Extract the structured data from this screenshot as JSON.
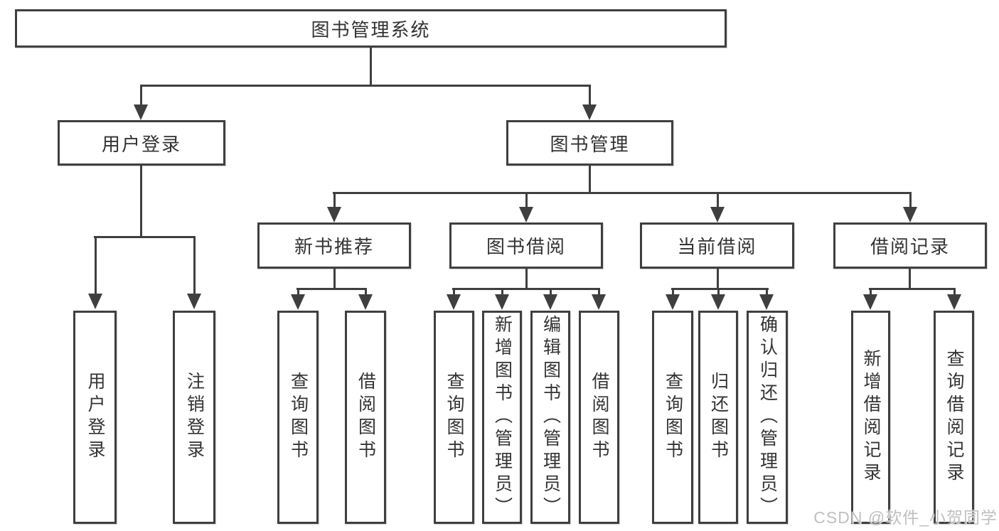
{
  "theme": {
    "line_color": "#3f3f3f",
    "text_color": "#333333",
    "watermark_color": "#bfbfbf",
    "background": "#ffffff"
  },
  "watermark": "CSDN @软件_小贺同学",
  "tree": {
    "label": "图书管理系统",
    "children": [
      {
        "label": "用户登录",
        "children": [
          {
            "label": "用户登录"
          },
          {
            "label": "注销登录"
          }
        ]
      },
      {
        "label": "图书管理",
        "children": [
          {
            "label": "新书推荐",
            "children": [
              {
                "label": "查询图书"
              },
              {
                "label": "借阅图书"
              }
            ]
          },
          {
            "label": "图书借阅",
            "children": [
              {
                "label": "查询图书"
              },
              {
                "label": "新增图书（管理员）"
              },
              {
                "label": "编辑图书（管理员）"
              },
              {
                "label": "借阅图书"
              }
            ]
          },
          {
            "label": "当前借阅",
            "children": [
              {
                "label": "查询图书"
              },
              {
                "label": "归还图书"
              },
              {
                "label": "确认归还（管理员）"
              }
            ]
          },
          {
            "label": "借阅记录",
            "children": [
              {
                "label": "新增借阅记录"
              },
              {
                "label": "查询借阅记录"
              }
            ]
          }
        ]
      }
    ]
  }
}
